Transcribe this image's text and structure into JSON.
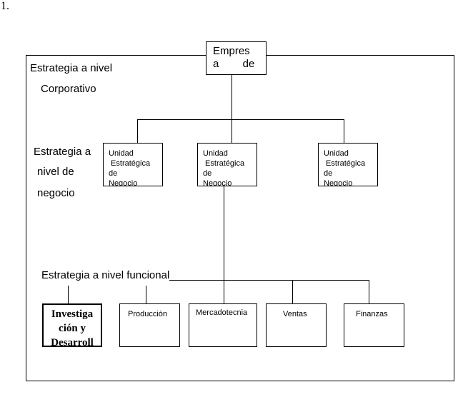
{
  "page_number": "1.",
  "levels": {
    "corporate": [
      "Estrategia a nivel",
      "Corporativo"
    ],
    "business": [
      "Estrategia a",
      "nivel de",
      "negocio"
    ],
    "functional": "Estrategia a nivel funcional"
  },
  "company_box": [
    "Empres",
    "a        de"
  ],
  "business_units": [
    [
      "Unidad",
      " Estratégica",
      "de",
      "Negocio"
    ],
    [
      "Unidad",
      " Estratégica",
      "de",
      "Negocio"
    ],
    [
      "Unidad",
      " Estratégica",
      "de",
      "Negocio"
    ]
  ],
  "functional_units": [
    [
      "Investiga",
      "ción y",
      "Desarroll"
    ],
    [
      "Producción"
    ],
    [
      "Mercadotecnia"
    ],
    [
      "Ventas"
    ],
    [
      "Finanzas"
    ]
  ]
}
